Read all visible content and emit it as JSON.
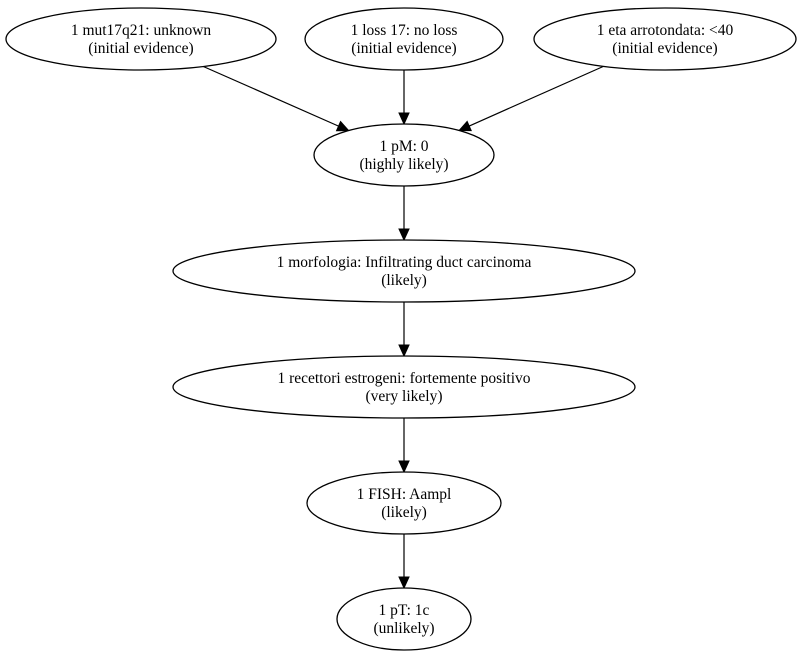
{
  "nodes": [
    {
      "id": "mut17q21",
      "label": "1 mut17q21: unknown",
      "status": "(initial evidence)"
    },
    {
      "id": "loss17",
      "label": "1 loss 17: no loss",
      "status": "(initial evidence)"
    },
    {
      "id": "eta",
      "label": "1 eta arrotondata: <40",
      "status": "(initial evidence)"
    },
    {
      "id": "pm",
      "label": "1 pM: 0",
      "status": "(highly likely)"
    },
    {
      "id": "morfologia",
      "label": "1 morfologia: Infiltrating duct carcinoma",
      "status": "(likely)"
    },
    {
      "id": "recettori",
      "label": "1 recettori estrogeni: fortemente positivo",
      "status": "(very likely)"
    },
    {
      "id": "fish",
      "label": "1 FISH: Aampl",
      "status": "(likely)"
    },
    {
      "id": "pt",
      "label": "1 pT: 1c",
      "status": "(unlikely)"
    }
  ],
  "edges": [
    {
      "from": "mut17q21",
      "to": "pm"
    },
    {
      "from": "loss17",
      "to": "pm"
    },
    {
      "from": "eta",
      "to": "pm"
    },
    {
      "from": "pm",
      "to": "morfologia"
    },
    {
      "from": "morfologia",
      "to": "recettori"
    },
    {
      "from": "recettori",
      "to": "fish"
    },
    {
      "from": "fish",
      "to": "pt"
    }
  ]
}
